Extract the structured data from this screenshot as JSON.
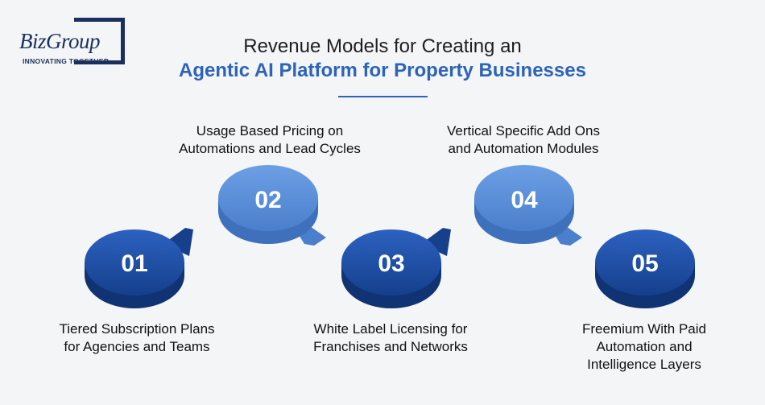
{
  "logo": {
    "name": "BizGroup",
    "tagline": "INNOVATING TOGETHER"
  },
  "title": {
    "line1": "Revenue Models for Creating an",
    "line2": "Agentic AI Platform for Property Businesses"
  },
  "colors": {
    "dark": "#1e4e9f",
    "light": "#5b8fd6",
    "accent": "#2e63b8"
  },
  "steps": [
    {
      "number": "01",
      "label": "Tiered Subscription Plans\nfor Agencies and Teams"
    },
    {
      "number": "02",
      "label": "Usage Based Pricing on\nAutomations and Lead Cycles"
    },
    {
      "number": "03",
      "label": "White Label Licensing for\nFranchises and Networks"
    },
    {
      "number": "04",
      "label": "Vertical Specific Add Ons\nand Automation Modules"
    },
    {
      "number": "05",
      "label": "Freemium With Paid\nAutomation and\nIntelligence Layers"
    }
  ]
}
